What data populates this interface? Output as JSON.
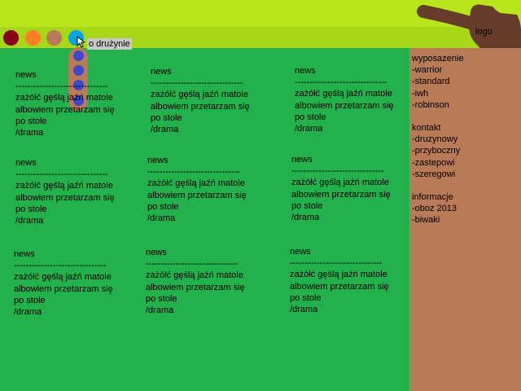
{
  "header": {
    "logo_label": "logo",
    "tooltip": "o drużynie",
    "nav_circles": [
      {
        "name": "nav-circle-1",
        "color": "#880015"
      },
      {
        "name": "nav-circle-2",
        "color": "#ff7f27"
      },
      {
        "name": "nav-circle-3",
        "color": "#b97a57"
      },
      {
        "name": "nav-circle-4",
        "color": "#00a2e8"
      }
    ]
  },
  "news": [
    {
      "title": "news",
      "divider": "-------------------------------",
      "line1": "zażółć gęślą jaźń matole",
      "line2": "albowiem przetarzam się",
      "line3": "po stole",
      "line4": "/drama"
    },
    {
      "title": "news",
      "divider": "-------------------------------",
      "line1": "zażółć gęślą jaźń matole",
      "line2": "albowiem przetarzam się",
      "line3": "po stole",
      "line4": "/drama"
    },
    {
      "title": "news",
      "divider": "-------------------------------",
      "line1": "zażółć gęślą jaźń matole",
      "line2": "albowiem przetarzam się",
      "line3": "po stole",
      "line4": "/drama"
    },
    {
      "title": "news",
      "divider": "-------------------------------",
      "line1": "zażółć gęślą jaźń matole",
      "line2": "albowiem przetarzam się",
      "line3": "po stole",
      "line4": "/drama"
    },
    {
      "title": "news",
      "divider": "-------------------------------",
      "line1": "zażółć gęślą jaźń matole",
      "line2": "albowiem przetarzam się",
      "line3": "po stole",
      "line4": "/drama"
    },
    {
      "title": "news",
      "divider": "-------------------------------",
      "line1": "zażółć gęślą jaźń matole",
      "line2": "albowiem przetarzam się",
      "line3": "po stole",
      "line4": "/drama"
    },
    {
      "title": "news",
      "divider": "-------------------------------",
      "line1": "zażółć gęślą jaźń matole",
      "line2": "albowiem przetarzam się",
      "line3": "po stole",
      "line4": "/drama"
    },
    {
      "title": "news",
      "divider": "-------------------------------",
      "line1": "zażółć gęślą jaźń matole",
      "line2": "albowiem przetarzam się",
      "line3": "po stole",
      "line4": "/drama"
    },
    {
      "title": "news",
      "divider": "-------------------------------",
      "line1": "zażółć gęślą jaźń matole",
      "line2": "albowiem przetarzam się",
      "line3": "po stole",
      "line4": "/drama"
    }
  ],
  "sidebar": {
    "sections": [
      {
        "title": "wyposazenie",
        "items": [
          "-warrior",
          "-standard",
          "-iwh",
          "-robinson"
        ]
      },
      {
        "title": "kontakt",
        "items": [
          "-druzynowy",
          "-przyboczny",
          "-zastepowi",
          "-szeregowi"
        ]
      },
      {
        "title": "informacje",
        "items": [
          "-oboz 2013",
          "-biwaki"
        ]
      }
    ]
  }
}
